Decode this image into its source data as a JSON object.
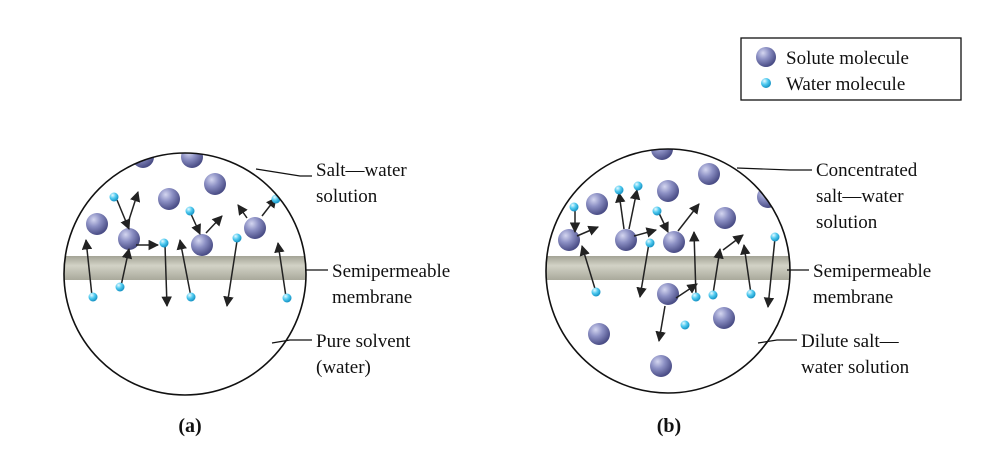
{
  "legend": {
    "solute": "Solute molecule",
    "water": "Water molecule"
  },
  "panel_a": {
    "label": "(a)",
    "top_label": [
      "Salt—water",
      "solution"
    ],
    "membrane_label": [
      "Semipermeable",
      "membrane"
    ],
    "bottom_label": [
      "Pure solvent",
      "(water)"
    ]
  },
  "panel_b": {
    "label": "(b)",
    "top_label": [
      "Concentrated",
      "salt—water",
      "solution"
    ],
    "membrane_label": [
      "Semipermeable",
      "membrane"
    ],
    "bottom_label": [
      "Dilute salt—",
      "water solution"
    ]
  },
  "colors": {
    "solute": "#6a6ea8",
    "water": "#35bde8",
    "membrane": "#b7b7a9",
    "outline": "#111111"
  }
}
